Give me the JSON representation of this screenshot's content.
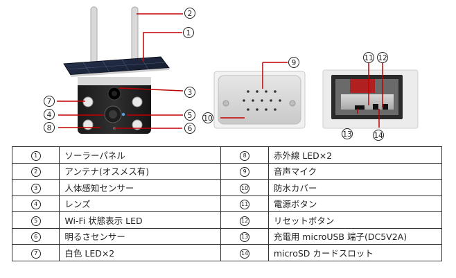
{
  "callouts": {
    "1": "1",
    "2": "2",
    "3": "3",
    "4": "4",
    "5": "5",
    "6": "6",
    "7": "7",
    "8": "8",
    "9": "9",
    "10": "10",
    "11": "11",
    "12": "12",
    "13": "13",
    "14": "14"
  },
  "parts_table": {
    "rows": [
      {
        "left_num": "1",
        "left_desc": "ソーラーパネル",
        "right_num": "8",
        "right_desc": "赤外線 LED×2"
      },
      {
        "left_num": "2",
        "left_desc": "アンテナ(オスメス有)",
        "right_num": "9",
        "right_desc": "音声マイク"
      },
      {
        "left_num": "3",
        "left_desc": "人体感知センサー",
        "right_num": "10",
        "right_desc": "防水カバー"
      },
      {
        "left_num": "4",
        "left_desc": "レンズ",
        "right_num": "11",
        "right_desc": "電源ボタン"
      },
      {
        "left_num": "5",
        "left_desc": "Wi-Fi 状態表示 LED",
        "right_num": "12",
        "right_desc": "リセットボタン"
      },
      {
        "left_num": "6",
        "left_desc": "明るさセンサー",
        "right_num": "13",
        "right_desc": "充電用 microUSB 端子(DC5V2A)"
      },
      {
        "left_num": "7",
        "left_desc": "白色 LED×2",
        "right_num": "14",
        "right_desc": "microSD カードスロット"
      }
    ]
  }
}
